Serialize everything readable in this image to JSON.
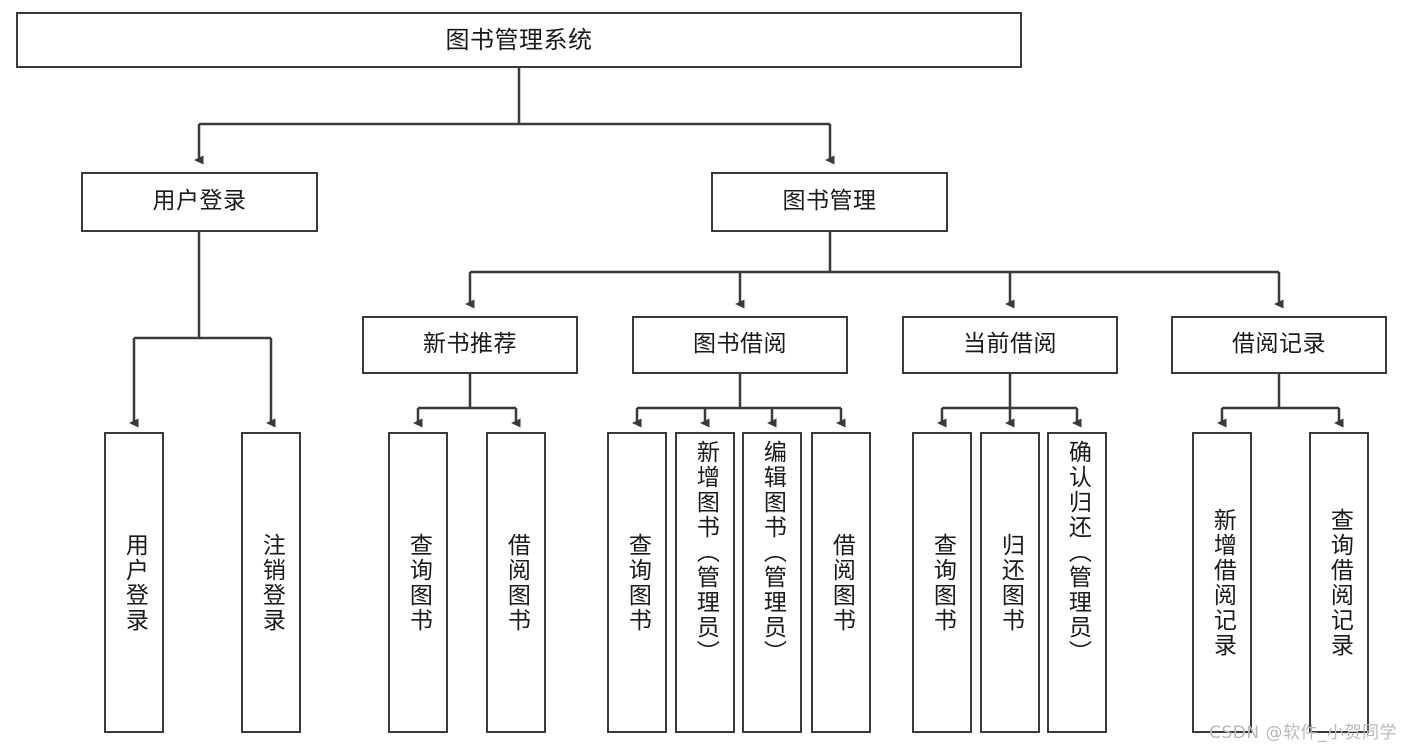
{
  "diagram": {
    "type": "tree-hierarchy",
    "title": "图书管理系统",
    "watermark": "CSDN @软件_小贺同学",
    "colors": {
      "stroke": "#3a3a3a",
      "fill": "#ffffff",
      "text": "#1a1a1a",
      "watermark": "#b9b9b9"
    },
    "nodes": {
      "root": {
        "label": "图书管理系统"
      },
      "level2": [
        {
          "id": "user-login",
          "label": "用户登录"
        },
        {
          "id": "book-manage",
          "label": "图书管理"
        }
      ],
      "level3": [
        {
          "id": "new-book-rec",
          "label": "新书推荐"
        },
        {
          "id": "book-borrow",
          "label": "图书借阅"
        },
        {
          "id": "current-borrow",
          "label": "当前借阅"
        },
        {
          "id": "borrow-record",
          "label": "借阅记录"
        }
      ],
      "leaves": {
        "user_login": [
          {
            "id": "leaf-user-login",
            "label": "用户登录"
          },
          {
            "id": "leaf-logout",
            "label": "注销登录"
          }
        ],
        "new_book_rec": [
          {
            "id": "leaf-query-book-1",
            "label": "查询图书"
          },
          {
            "id": "leaf-borrow-book-1",
            "label": "借阅图书"
          }
        ],
        "book_borrow": [
          {
            "id": "leaf-query-book-2",
            "label": "查询图书"
          },
          {
            "id": "leaf-add-book",
            "label": "新增图书（管理员）"
          },
          {
            "id": "leaf-edit-book",
            "label": "编辑图书（管理员）"
          },
          {
            "id": "leaf-borrow-book-2",
            "label": "借阅图书"
          }
        ],
        "current_borrow": [
          {
            "id": "leaf-query-book-3",
            "label": "查询图书"
          },
          {
            "id": "leaf-return-book",
            "label": "归还图书"
          },
          {
            "id": "leaf-confirm-return",
            "label": "确认归还（管理员）"
          }
        ],
        "borrow_record": [
          {
            "id": "leaf-add-record",
            "label": "新增借阅记录"
          },
          {
            "id": "leaf-query-record",
            "label": "查询借阅记录"
          }
        ]
      }
    }
  }
}
